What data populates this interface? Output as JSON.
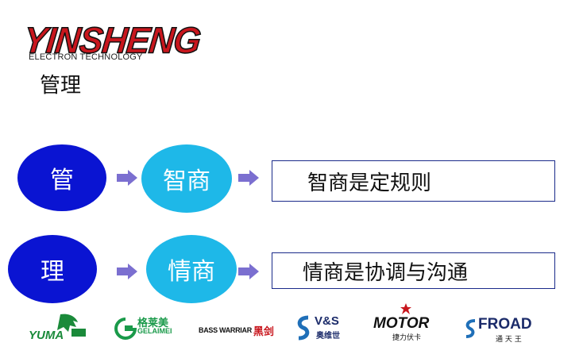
{
  "header": {
    "logo_text": "YINSHENG",
    "logo_subtitle": "ELECTRON TECHNOLOGY",
    "title": "管理"
  },
  "diagram": {
    "rows": [
      {
        "start_label": "管",
        "middle_label": "智商",
        "statement": "智商是定规则"
      },
      {
        "start_label": "理",
        "middle_label": "情商",
        "statement": "情商是协调与沟通"
      }
    ],
    "colors": {
      "dark_circle": "#0a14d2",
      "light_circle": "#1eb8e8",
      "arrow": "#7b6fd0",
      "box_border": "#1a2a8a"
    }
  },
  "brands": [
    {
      "name": "YUMA",
      "icon": "horse-icon"
    },
    {
      "name": "格莱美",
      "sub": "GELAIMEI",
      "icon": "g-leaf-icon"
    },
    {
      "name": "BASS WARRIAR",
      "cn": "黑剑"
    },
    {
      "name": "V&S",
      "cn": "奥维世",
      "icon": "vs-swirl-icon"
    },
    {
      "name": "MOTOR",
      "cn": "捷力伏卡",
      "icon": "star-icon"
    },
    {
      "name": "FROAD",
      "cn": "通 天 王",
      "icon": "f-swirl-icon"
    }
  ]
}
